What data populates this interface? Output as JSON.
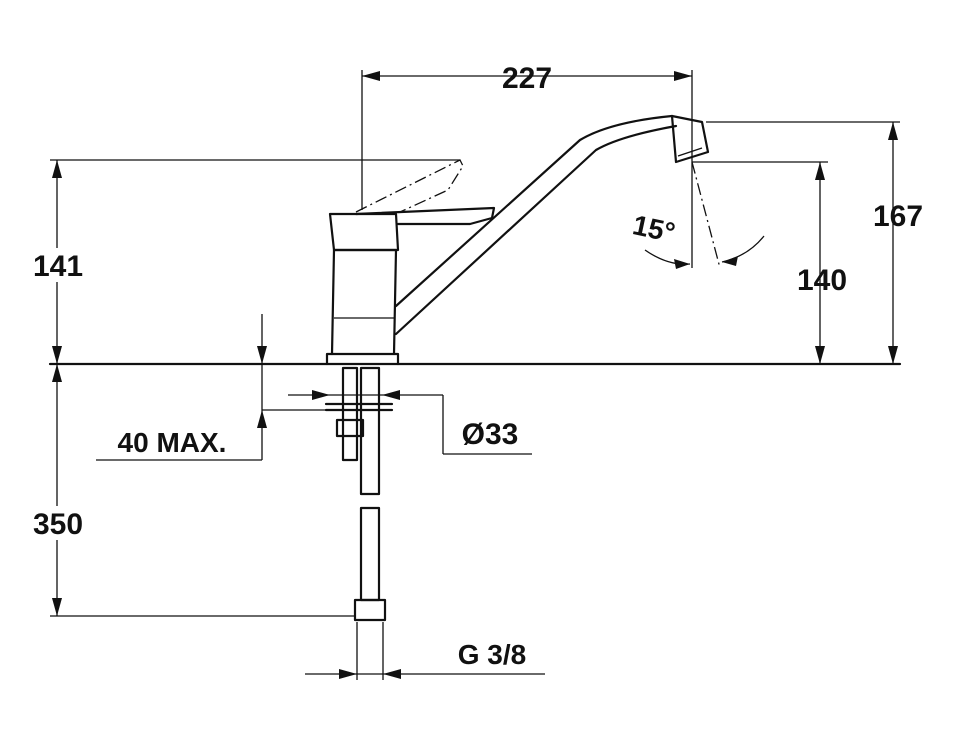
{
  "dimensions": {
    "spout_reach": "227",
    "total_height": "167",
    "body_height": "141",
    "spout_height": "140",
    "spout_angle": "15°",
    "max_thickness": "40 MAX.",
    "hole_diameter": "Ø33",
    "hose_length": "350",
    "connection_thread": "G 3/8"
  },
  "colors": {
    "line": "#111111",
    "background": "#ffffff"
  }
}
